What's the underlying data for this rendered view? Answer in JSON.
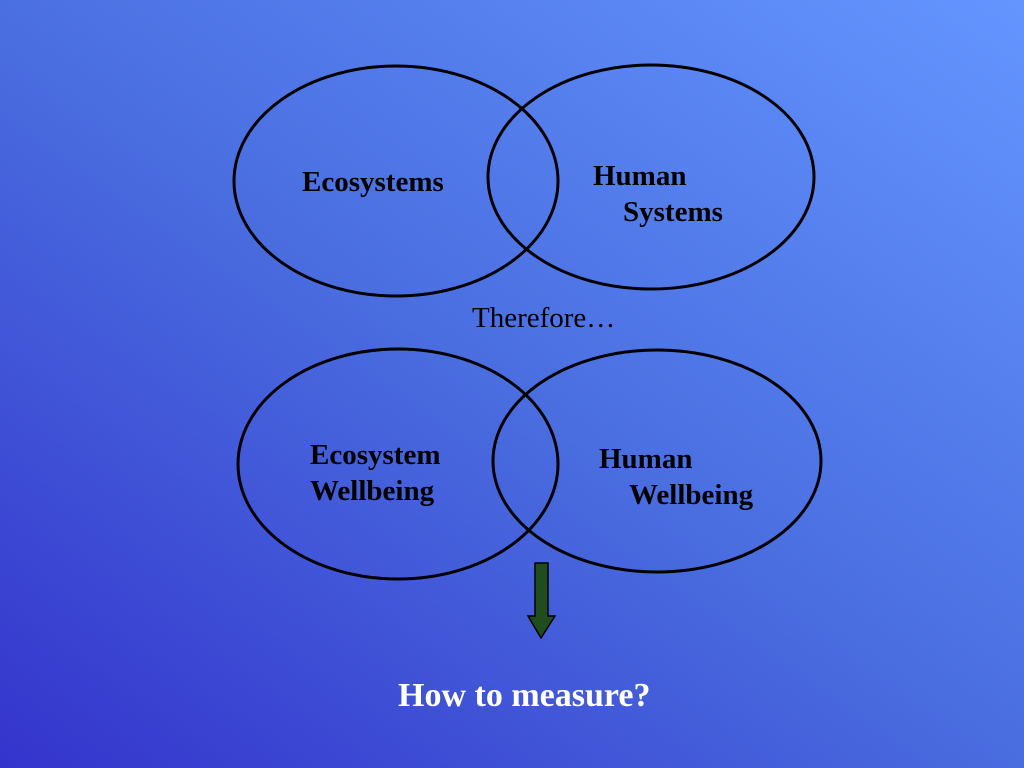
{
  "top_venn": {
    "left_label": "Ecosystems",
    "right_label_line1": "Human",
    "right_label_line2": "Systems"
  },
  "connector_text": "Therefore…",
  "bottom_venn": {
    "left_label_line1": "Ecosystem",
    "left_label_line2": "Wellbeing",
    "right_label_line1": "Human",
    "right_label_line2": "Wellbeing"
  },
  "arrow": {
    "icon": "arrow-down-icon",
    "fill_color": "#1e4d1e"
  },
  "question_text": "How to measure?",
  "colors": {
    "circle_stroke": "#000000",
    "question_text": "#ffffff"
  }
}
